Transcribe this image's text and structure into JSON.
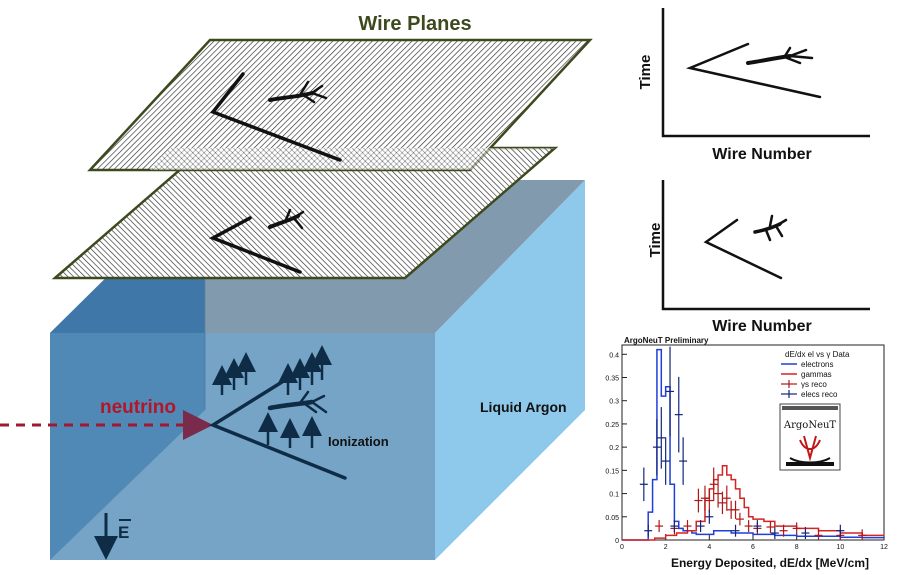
{
  "diagram": {
    "title": "Wire Planes",
    "neutrino_label": "neutrino",
    "ionization_label": "Ionization",
    "liquid_argon_label": "Liquid Argon",
    "efield_label": "E",
    "colors": {
      "tpc_front": "#5b8fb9",
      "tpc_side": "#8ec8ea",
      "tpc_top": "#8fa3b8",
      "plane_border": "#3d4a1e",
      "title": "#3d4a1e",
      "neutrino": "#b0182a",
      "track": "#0e2c45"
    }
  },
  "projections": [
    {
      "ylabel": "Time",
      "xlabel": "Wire Number"
    },
    {
      "ylabel": "Time",
      "xlabel": "Wire Number"
    }
  ],
  "chart_data": {
    "type": "histogram",
    "title": "ArgoNeuT Preliminary",
    "xlabel": "Energy Deposited, dE/dx [MeV/cm]",
    "ylabel": "",
    "xlim": [
      0,
      12
    ],
    "ylim": [
      0,
      0.42
    ],
    "xticks": [
      "0",
      "2",
      "4",
      "6",
      "8",
      "10",
      "12"
    ],
    "yticks": [
      "0",
      "0.05",
      "0.1",
      "0.15",
      "0.2",
      "0.25",
      "0.3",
      "0.35",
      "0.4"
    ],
    "legend_title": "dE/dx  el vs γ Data",
    "legend_position": "top-right",
    "logo_text": "ArgoNeuT",
    "series": [
      {
        "name": "electrons",
        "kind": "step",
        "color": "#1f3fd6",
        "x": [
          0,
          1.0,
          1.2,
          1.4,
          1.6,
          1.8,
          2.0,
          2.2,
          2.4,
          2.6,
          2.8,
          3.0,
          3.2,
          3.4,
          3.8,
          4.2,
          5,
          6,
          7,
          8,
          9,
          10,
          11,
          12
        ],
        "y": [
          0,
          0.0,
          0.06,
          0.13,
          0.41,
          0.31,
          0.33,
          0.12,
          0.04,
          0.025,
          0.02,
          0.02,
          0.015,
          0.012,
          0.012,
          0.02,
          0.015,
          0.012,
          0.01,
          0.008,
          0.008,
          0.006,
          0.005,
          0.004
        ]
      },
      {
        "name": "gammas",
        "kind": "step",
        "color": "#d42424",
        "x": [
          0,
          1.0,
          1.5,
          2.0,
          2.5,
          3.0,
          3.4,
          3.8,
          4.0,
          4.2,
          4.4,
          4.6,
          4.8,
          5.0,
          5.2,
          5.4,
          5.6,
          5.8,
          6.0,
          6.5,
          7,
          7.5,
          8,
          9,
          10,
          11,
          12
        ],
        "y": [
          0,
          0.0,
          0.004,
          0.01,
          0.015,
          0.02,
          0.04,
          0.09,
          0.11,
          0.13,
          0.14,
          0.16,
          0.14,
          0.13,
          0.11,
          0.09,
          0.07,
          0.05,
          0.045,
          0.04,
          0.03,
          0.03,
          0.025,
          0.02,
          0.015,
          0.01,
          0.01
        ]
      },
      {
        "name": "γs reco",
        "kind": "points",
        "color": "#b01818",
        "x": [
          1.7,
          2.4,
          3.0,
          3.5,
          3.8,
          4.0,
          4.2,
          4.4,
          4.6,
          4.8,
          5.0,
          5.2,
          5.4,
          5.8,
          6.2,
          6.8,
          7.4,
          8.0,
          9.0,
          10.0,
          11.0
        ],
        "y": [
          0.03,
          0.025,
          0.03,
          0.085,
          0.09,
          0.085,
          0.12,
          0.1,
          0.08,
          0.09,
          0.065,
          0.065,
          0.045,
          0.03,
          0.025,
          0.028,
          0.02,
          0.025,
          0.01,
          0.01,
          0.01
        ]
      },
      {
        "name": "elecs reco",
        "kind": "points",
        "color": "#14247a",
        "x": [
          1.0,
          1.2,
          1.6,
          1.8,
          2.0,
          2.2,
          2.4,
          2.6,
          2.8,
          3.6,
          4.0,
          5.2,
          6.2,
          7.0,
          8.4,
          10.0
        ],
        "y": [
          0.12,
          0.02,
          0.2,
          0.22,
          0.17,
          0.32,
          0.03,
          0.27,
          0.17,
          0.03,
          0.05,
          0.02,
          0.03,
          0.015,
          0.015,
          0.02
        ]
      }
    ]
  }
}
